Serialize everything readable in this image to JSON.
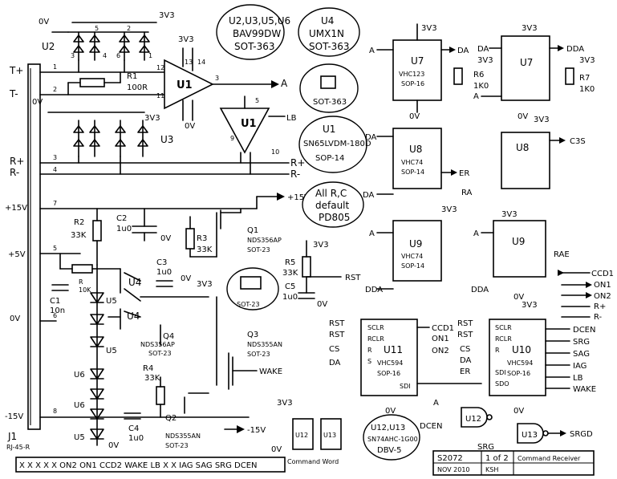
{
  "header": {
    "rail_3v3": "3V3",
    "rail_0v": "0V",
    "rail_15v": "+15V",
    "rail_neg15v": "-15V",
    "rail_5v": "+5V"
  },
  "connector": {
    "ref": "J1",
    "type": "RJ-45-R",
    "pins": [
      "1",
      "2",
      "3",
      "4",
      "7",
      "5",
      "6",
      "8"
    ],
    "signals": [
      "T+",
      "T-",
      "R+",
      "R-",
      "+15V",
      "+5V",
      "0V",
      "-15V"
    ]
  },
  "notes": {
    "diodes_title": "U2,U3,U5,U6",
    "diodes_part": "BAV99DW",
    "diodes_pkg": "SOT-363",
    "u4_title": "U4",
    "u4_part": "UMX1N",
    "u4_pkg": "SOT-363",
    "u1_title": "U1",
    "u1_part": "SN65LVDM-180D",
    "u1_pkg": "SOP-14",
    "rc_line1": "All R,C",
    "rc_line2": "default",
    "rc_line3": "PD805",
    "sot23": "SOT-23",
    "sot363": "SOT-363"
  },
  "frontend": {
    "r1": "R1",
    "r1_val": "100R",
    "u1": "U1",
    "u2": "U2",
    "u3": "U3",
    "out_a": "A",
    "out_lb": "LB",
    "rplus": "R+",
    "rminus": "R-",
    "r2": "R2",
    "r2_val": "33K",
    "c2": "C2",
    "c2_val": "1u0",
    "r3": "R3",
    "r3_val": "33K",
    "q1": "Q1",
    "q1_part": "NDS356AP",
    "q1_pkg": "SOT-23",
    "r6_left": "R",
    "r6_val": "10K",
    "c1": "C1",
    "c1_val": "10n",
    "c3": "C3",
    "c3_val": "1u0",
    "u4": "U4",
    "u5": "U5",
    "u6": "U6",
    "q4": "Q4",
    "q4_part": "NDS356AP",
    "q4_pkg": "SOT-23",
    "q3": "Q3",
    "q3_part": "NDS355AN",
    "q3_pkg": "SOT-23",
    "wake": "WAKE",
    "r4": "R4",
    "r4_val": "33K",
    "c4": "C4",
    "c4_val": "1u0",
    "q2": "Q2",
    "q2_part": "NDS355AN",
    "q2_pkg": "SOT-23",
    "r5": "R5",
    "r5_val": "33K",
    "c5": "C5",
    "c5_val": "1u0",
    "rst": "RST"
  },
  "logic": {
    "u7": "U7",
    "u7_part": "VHC123",
    "u7_pkg": "SOP-16",
    "r6": "R6",
    "r6_val": "1K0",
    "r7": "R7",
    "r7_val": "1K0",
    "da": "DA",
    "dda": "DDA",
    "u8": "U8",
    "u8_part": "VHC74",
    "u8_pkg": "SOP-14",
    "c3s": "C3S",
    "er": "ER",
    "ra": "RA",
    "rae": "RAE",
    "u9": "U9",
    "u9_part": "VHC74",
    "u9_pkg": "SOP-14",
    "u11": "U11",
    "u11_part": "VHC594",
    "u11_pkg": "SOP-16",
    "u10": "U10",
    "u10_part": "VHC594",
    "u10_pkg": "SOP-16",
    "ccd1": "CCD1",
    "on1": "ON1",
    "on2": "ON2",
    "dcen": "DCEN",
    "srg": "SRG",
    "sag": "SAG",
    "iag": "IAG",
    "lb": "LB",
    "wake": "WAKE",
    "cs": "CS",
    "sdi": "SDI",
    "sdo": "SDO",
    "u12": "U12",
    "u13": "U13",
    "u12_part": "U12,U13",
    "u12_fam": "SN74AHC-1G00",
    "u12_pkg": "DBV-5",
    "srgd": "SRGD"
  },
  "right_signals": [
    "CCD1",
    "ON1",
    "ON2",
    "R+",
    "R-"
  ],
  "command_word": {
    "cells": [
      "X",
      "X",
      "X",
      "X",
      "X",
      "ON2",
      "ON1",
      "CCD2",
      "WAKE",
      "LB",
      "X",
      "X",
      "IAG",
      "SAG",
      "SRG",
      "DCEN"
    ],
    "label": "Command Word"
  },
  "title_block": {
    "doc": "S2072",
    "sheet": "1 of 2",
    "title": "Command Receiver",
    "date": "NOV 2010",
    "author": "KSH"
  }
}
